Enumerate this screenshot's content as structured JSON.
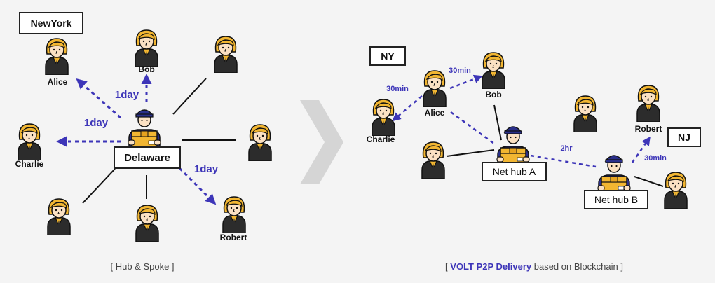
{
  "left": {
    "region": "NewYork",
    "hub": "Delaware",
    "names": {
      "alice": "Alice",
      "bob": "Bob",
      "charlie": "Charlie",
      "robert": "Robert"
    },
    "edges": {
      "alice": "1day",
      "bob": "1day",
      "charlie": "1day",
      "robert": "1day"
    },
    "caption": {
      "open": "[ ",
      "text": "Hub & Spoke",
      "close": " ]"
    }
  },
  "right": {
    "region_ny": "NY",
    "region_nj": "NJ",
    "hub_a": "Net hub A",
    "hub_b": "Net hub B",
    "names": {
      "alice": "Alice",
      "bob": "Bob",
      "charlie": "Charlie",
      "robert": "Robert"
    },
    "edges": {
      "alice_charlie": "30min",
      "alice_bob": "30min",
      "hubs": "2hr",
      "hubb_robert": "30min"
    },
    "caption": {
      "open": "[ ",
      "highlight": "VOLT P2P Delivery",
      "rest": " based on Blockchain",
      "close": " ]"
    }
  },
  "colors": {
    "accent": "#3d35b8",
    "hair": "#f2b632",
    "skin": "#fbe1c3",
    "box": "#f2b632",
    "suit": "#2c2c2c",
    "cap": "#2a2f8a",
    "arrow_bg": "#d5d5d5"
  },
  "icons": {
    "person": "person-icon",
    "courier": "courier-icon",
    "chevron": "chevron-right-icon"
  }
}
